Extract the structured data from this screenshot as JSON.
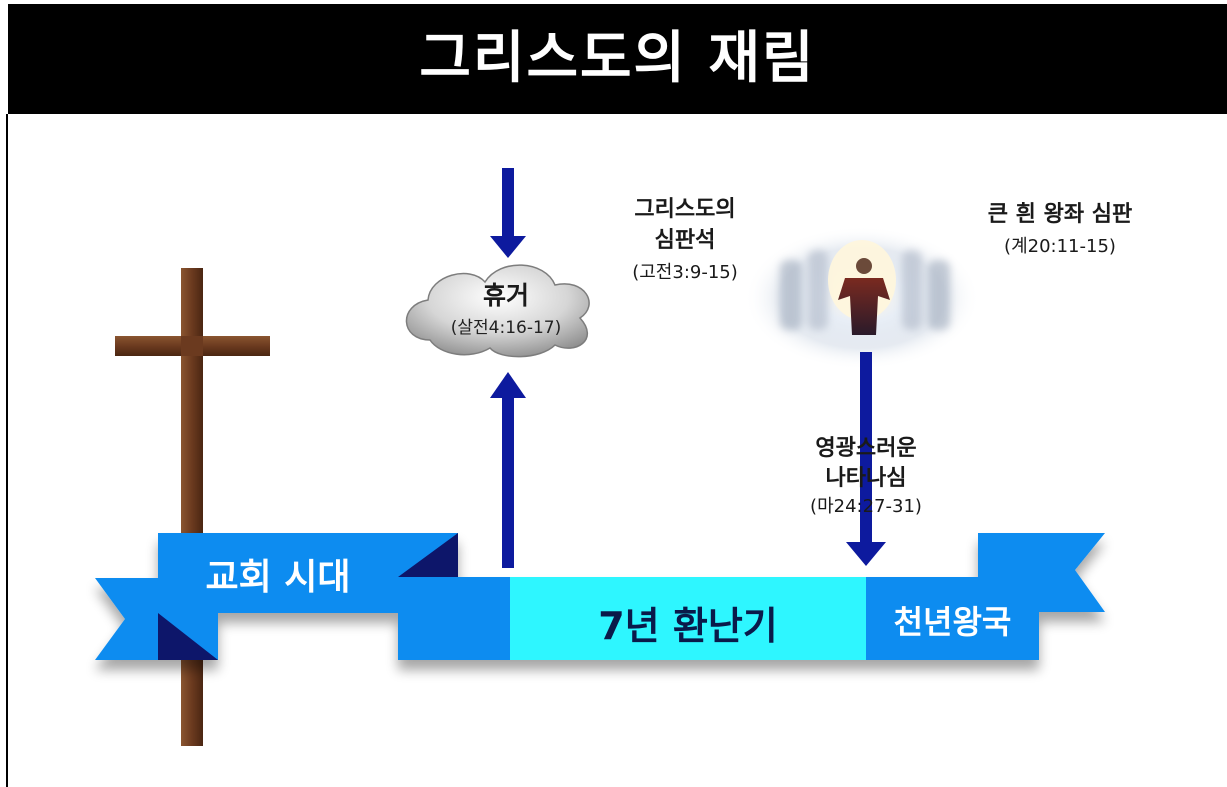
{
  "title": "그리스도의 재림",
  "events": {
    "rapture": {
      "label": "휴거",
      "ref": "(살전4:16-17)"
    },
    "judgment_seat": {
      "line1": "그리스도의",
      "line2": "심판석",
      "ref": "(고전3:9-15)"
    },
    "white_throne": {
      "label": "큰 흰 왕좌 심판",
      "ref": "(계20:11-15)"
    },
    "glorious_appearing": {
      "line1": "영광스러운",
      "line2": "나타나심",
      "ref": "(마24:27-31)"
    }
  },
  "periods": {
    "church_age": "교회 시대",
    "tribulation": "7년 환난기",
    "millennium": "천년왕국"
  },
  "colors": {
    "title_bar": "#000000",
    "ribbon_blue": "#0a8cf0",
    "ribbon_dark": "#08136b",
    "tribulation_cyan": "#2ef6ff",
    "arrow_navy": "#0d1a9e",
    "cross_brown": "#6b3a1f"
  },
  "icons": [
    "cross-icon",
    "cloud-icon",
    "jesus-throne-image"
  ]
}
